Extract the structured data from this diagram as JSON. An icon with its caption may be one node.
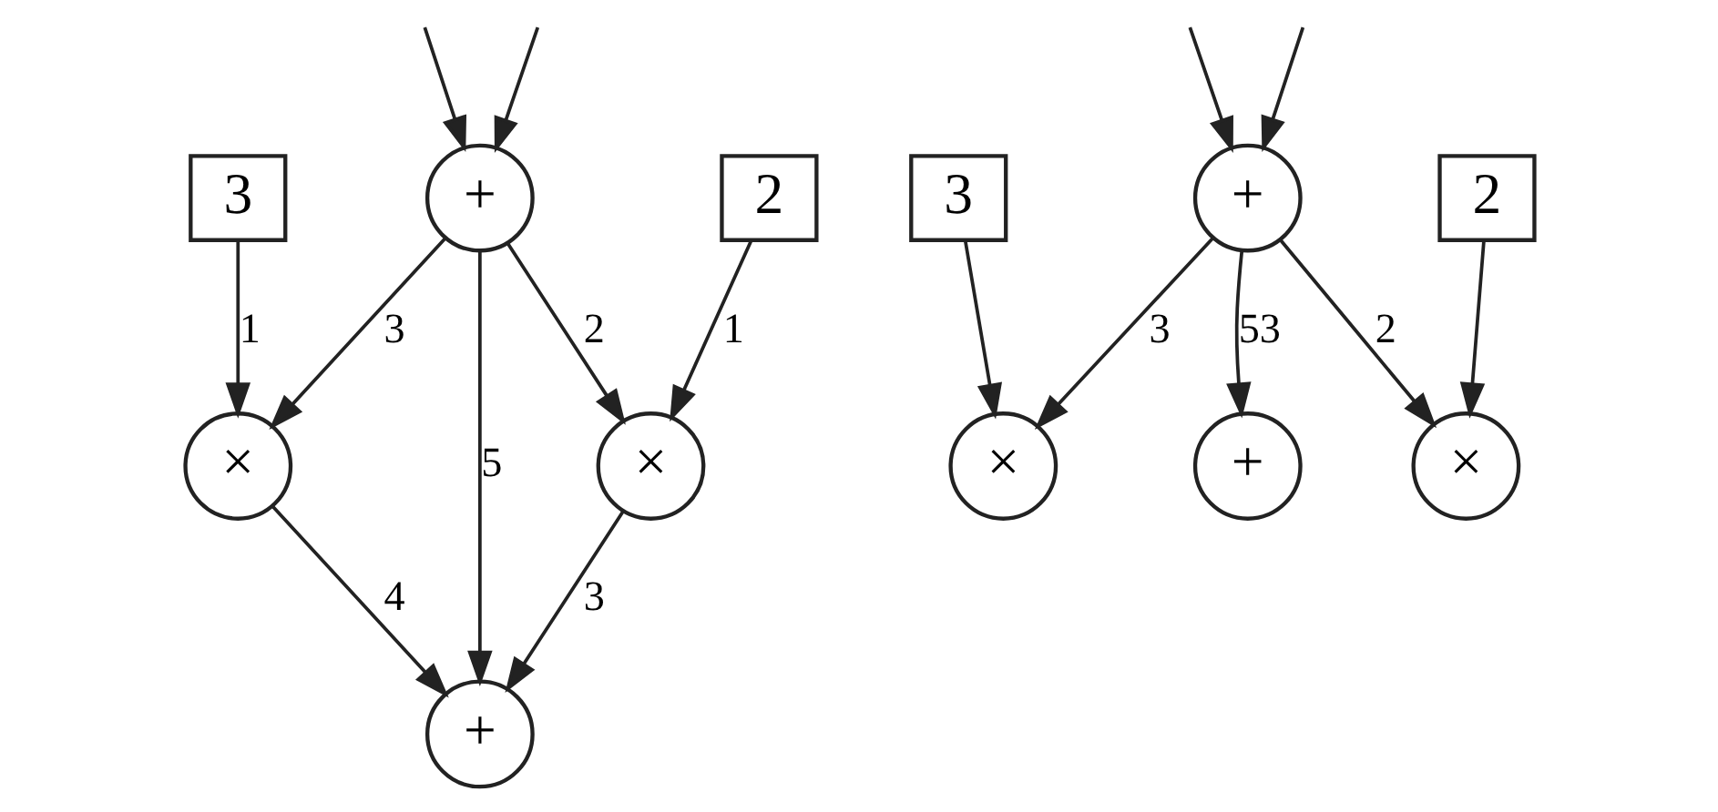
{
  "diagram": {
    "nodes": [
      {
        "text": [
          "3"
        ]
      },
      {
        "text": [
          "+"
        ]
      },
      {
        "text": [
          "2"
        ]
      },
      {
        "text": [
          "×"
        ]
      },
      {
        "text": [
          "×"
        ]
      },
      {
        "text": [
          "+"
        ]
      },
      {
        "text": [
          "3"
        ]
      },
      {
        "text": [
          "+"
        ]
      },
      {
        "text": [
          "2"
        ]
      },
      {
        "text": [
          "×"
        ]
      },
      {
        "text": [
          "×"
        ]
      },
      {
        "text": [
          "+"
        ]
      }
    ],
    "edges": [
      {
        "from": null,
        "to": 1,
        "arrow": "to"
      },
      {
        "from": null,
        "to": 1,
        "arrow": "to"
      },
      {
        "from": 0,
        "to": 3,
        "arrow": "to",
        "label": "1"
      },
      {
        "from": 1,
        "to": 3,
        "arrow": "to",
        "label": "3"
      },
      {
        "from": 1,
        "to": 5,
        "arrow": "to",
        "label": "5"
      },
      {
        "from": 1,
        "to": 4,
        "arrow": "to",
        "label": "2"
      },
      {
        "from": 2,
        "to": 4,
        "arrow": "to",
        "label": "1"
      },
      {
        "from": 3,
        "to": 5,
        "arrow": "to",
        "label": "4"
      },
      {
        "from": 4,
        "to": 5,
        "arrow": "to",
        "label": "3"
      },
      {
        "from": null,
        "to": 7,
        "arrow": "to"
      },
      {
        "from": null,
        "to": 7,
        "arrow": "to"
      },
      {
        "from": 6,
        "to": 9,
        "arrow": "to"
      },
      {
        "from": 7,
        "to": 9,
        "arrow": "to",
        "label": "3"
      },
      {
        "from": 7,
        "to": 11,
        "arrow": "to",
        "label": "53"
      },
      {
        "from": 7,
        "to": 10,
        "arrow": "to",
        "label": "2"
      },
      {
        "from": 8,
        "to": 10,
        "arrow": "to"
      }
    ]
  }
}
